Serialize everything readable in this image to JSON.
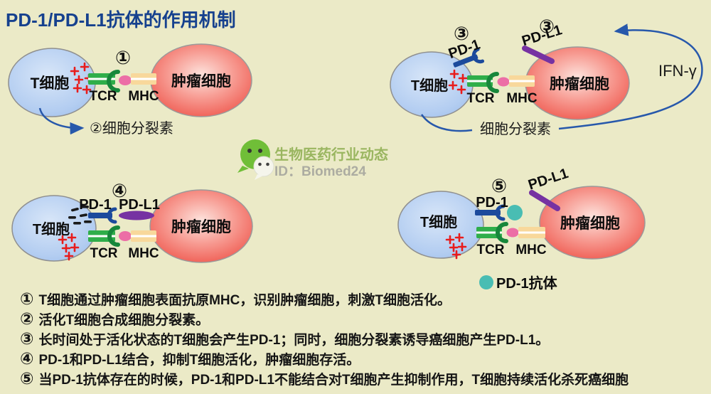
{
  "title": "PD-1/PD-L1抗体的作用机制",
  "watermark": {
    "name": "生物医药行业动态",
    "id": "ID：Biomed24"
  },
  "labels": {
    "t_cell": "T细胞",
    "tumor_cell": "肿瘤细胞",
    "tcr": "TCR",
    "mhc": "MHC",
    "pd1": "PD-1",
    "pdl1": "PD-L1",
    "ifn_gamma": "IFN-γ",
    "cytokines": "细胞分裂素",
    "pd1_antibody": "PD-1抗体"
  },
  "panel_steps": {
    "p1_synapse": "①",
    "p1_cytokine": "②细胞分裂素",
    "p2_pd1": "③",
    "p2_pdl1": "③",
    "p3_binding": "④",
    "p4_block": "⑤"
  },
  "steps": [
    {
      "num": "①",
      "text": "T细胞通过肿瘤细胞表面抗原MHC，识别肿瘤细胞，刺激T细胞活化。"
    },
    {
      "num": "②",
      "text": "活化T细胞合成细胞分裂素。"
    },
    {
      "num": "③",
      "text": "长时间处于活化状态的T细胞会产生PD-1；同时，细胞分裂素诱导癌细胞产生PD-L1。"
    },
    {
      "num": "④",
      "text": "PD-1和PD-L1结合，抑制T细胞活化，肿瘤细胞存活。"
    },
    {
      "num": "⑤",
      "text": "当PD-1抗体存在的时候，PD-1和PD-L1不能结合对T细胞产生抑制作用，T细胞持续活化杀死癌细胞"
    }
  ],
  "colors": {
    "background": "#ebeac7",
    "title_blue": "#16418e",
    "t_cell_blue": "#a3c3ed",
    "tumor_red": "#ea4d42",
    "tcr_green": "#2fae4a",
    "tcr_fork_green": "#17873b",
    "mhc_cream": "#f8d89b",
    "antigen_pink": "#ec6ea6",
    "pd1_navy": "#1c4a9c",
    "pdl1_purple": "#7632a2",
    "antibody_teal": "#49bdb3",
    "arrow_blue": "#2758ab",
    "plus_red": "#e81c1c",
    "wechat_green": "#6abc31"
  }
}
